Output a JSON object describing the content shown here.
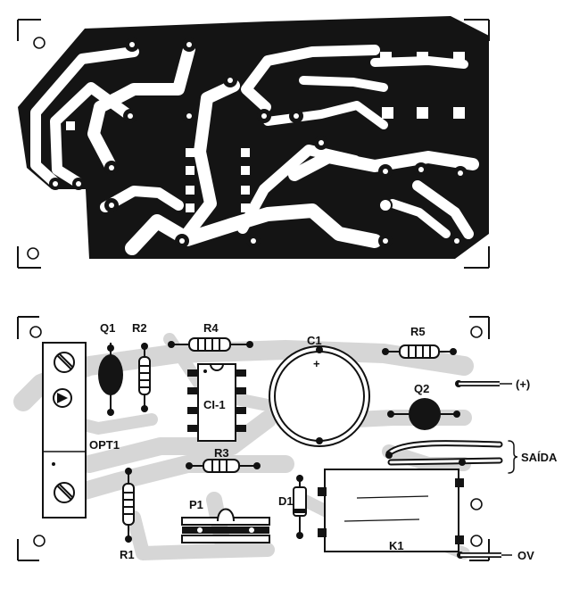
{
  "labels": {
    "q1": "Q1",
    "r2": "R2",
    "r4": "R4",
    "c1": "C1",
    "r5": "R5",
    "ci1": "CI-1",
    "q2": "Q2",
    "plus": "(+)",
    "opt1": "OPT1",
    "r3": "R3",
    "saida": "SAÍDA",
    "d1": "D1",
    "p1": "P1",
    "r1": "R1",
    "k1": "K1",
    "ov": "OV",
    "cap_plus": "+"
  },
  "colors": {
    "copper": "#141414",
    "board_shade": "#d6d6d6",
    "ink": "#111111",
    "paper": "#ffffff"
  }
}
